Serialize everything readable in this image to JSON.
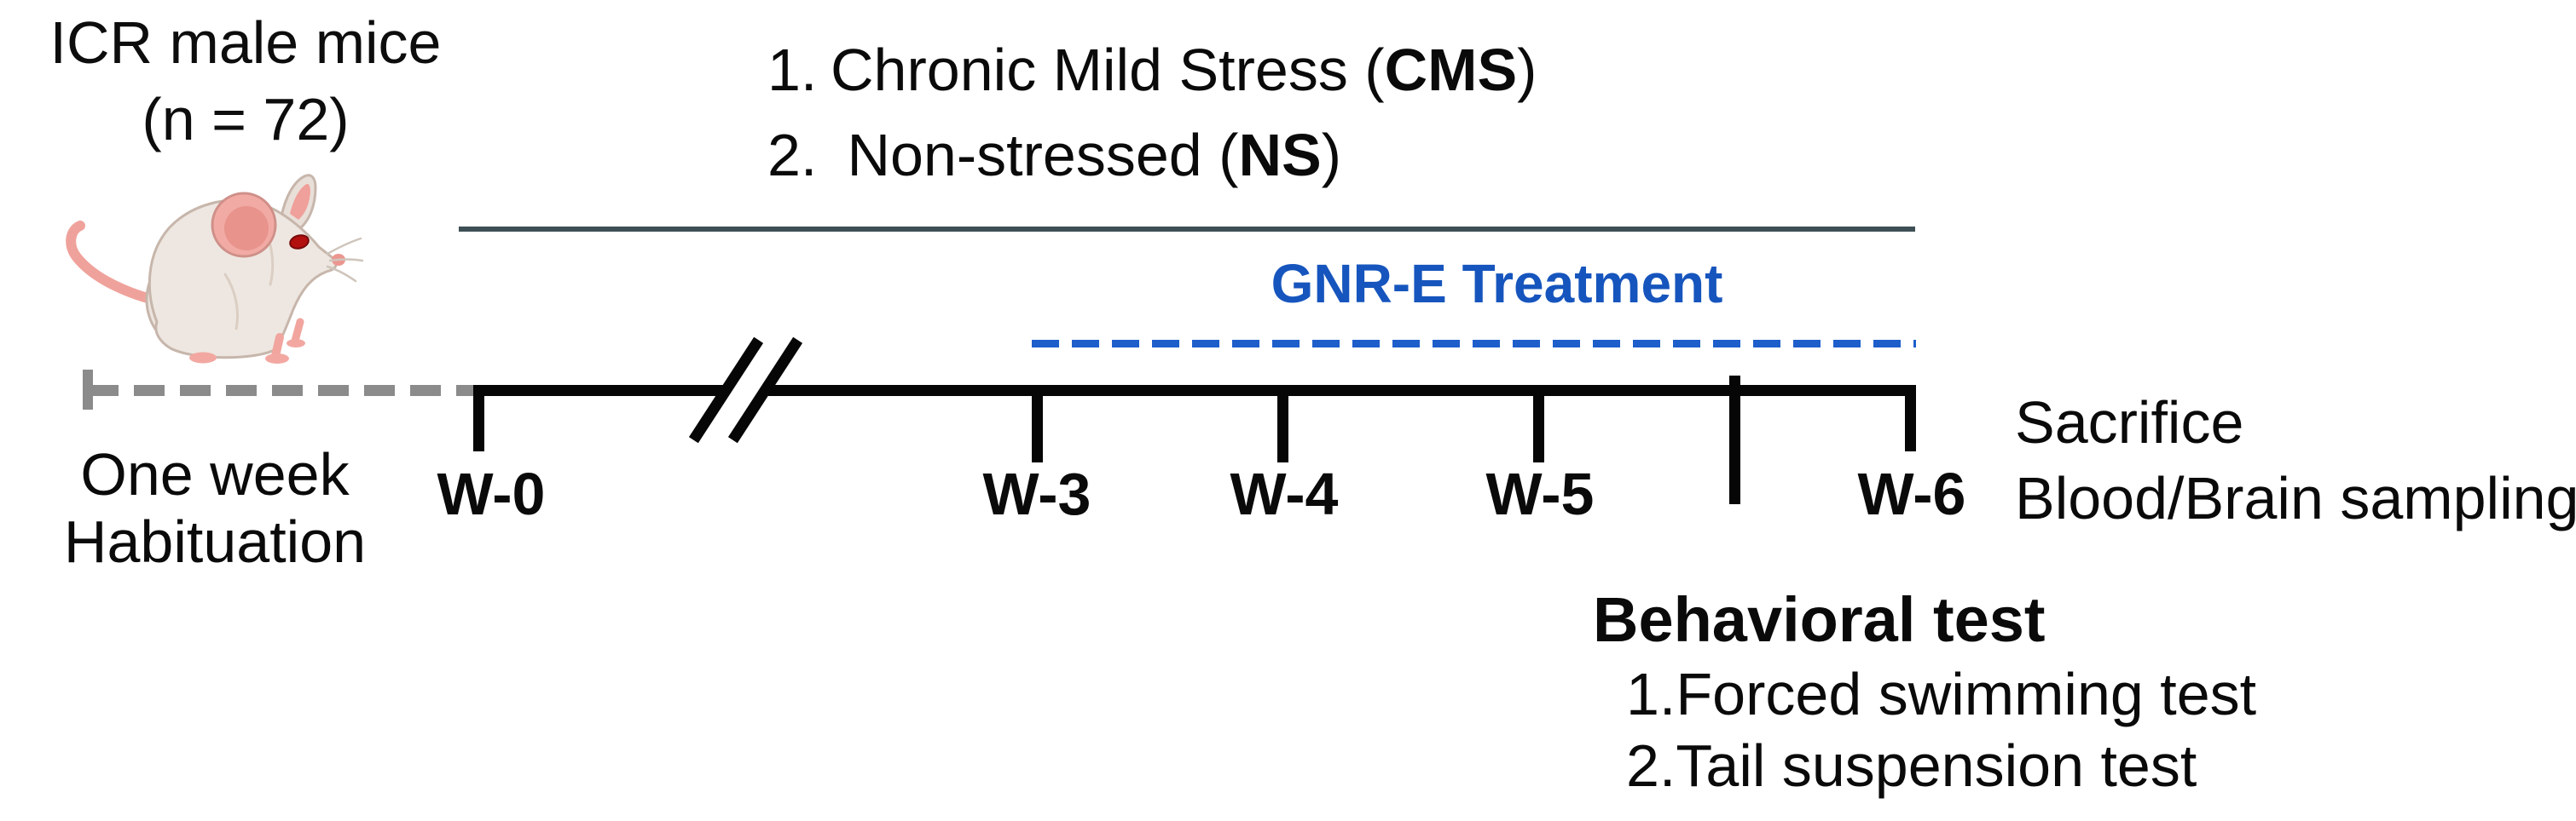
{
  "colors": {
    "accent_blue_text": "#1655bd",
    "accent_blue_dash": "#1d5ecb",
    "slate_line": "#3e4f55",
    "habituation_gray": "#8b8b8b",
    "timeline_black": "#060606"
  },
  "subject": {
    "line1": "ICR male mice",
    "line2": "(n = 72)",
    "icon": "white-lab-mouse"
  },
  "stress_groups": {
    "rows": [
      {
        "num": "1.",
        "pre": "Chronic Mild Stress (",
        "bold": "CMS",
        "post": ")"
      },
      {
        "num": "2.",
        "pre": " Non-stressed (",
        "bold": "NS",
        "post": ")"
      }
    ]
  },
  "treatment": {
    "label": "GNR-E Treatment"
  },
  "timeline": {
    "week_labels": [
      "W-0",
      "W-3",
      "W-4",
      "W-5",
      "W-6"
    ],
    "habituation": {
      "line1": "One week",
      "line2": "Habituation"
    },
    "endpoint": {
      "line1": "Sacrifice",
      "line2": "Blood/Brain sampling"
    }
  },
  "behavioral": {
    "title": "Behavioral test",
    "items": [
      {
        "num": "1.",
        "text": "Forced swimming test"
      },
      {
        "num": "2.",
        "text": "Tail suspension test"
      }
    ]
  }
}
